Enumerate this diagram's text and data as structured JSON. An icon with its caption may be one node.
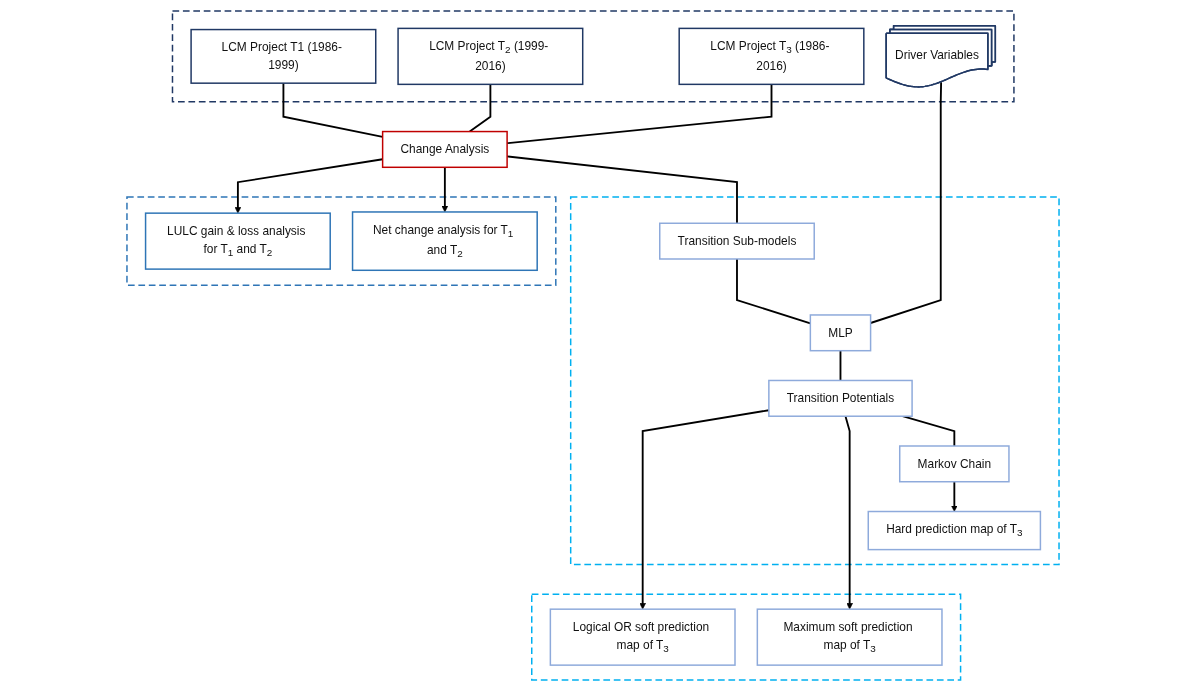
{
  "diagram": {
    "nodes": [
      {
        "text": [],
        "shape": "box"
      },
      {
        "text": [
          "LCM Project T1 (1986- 1999)"
        ],
        "in": 0
      },
      {
        "text": [
          "LCM Project T$_{2}$ (1999- 2016)"
        ],
        "in": 0
      },
      {
        "text": [
          "LCM Project T$_{3}$ (1986- 2016)"
        ],
        "in": 0
      },
      {
        "text": [
          "Driver Variables"
        ],
        "in": 0
      },
      {
        "text": [
          "Change Analysis"
        ]
      },
      {
        "text": [],
        "shape": "box"
      },
      {
        "text": [
          "LULC gain & loss analysis for T$_{1}$ and T$_{2}$"
        ],
        "in": 6
      },
      {
        "text": [
          "Net change analysis for T$_{1}$ and T$_{2}$"
        ],
        "in": 6
      },
      {
        "text": [],
        "shape": "box"
      },
      {
        "text": [
          "Transition Sub-models"
        ],
        "in": 9
      },
      {
        "text": [
          "MLP"
        ],
        "in": 9
      },
      {
        "text": [
          "Transition Potentials"
        ],
        "in": 9
      },
      {
        "text": [
          "Markov Chain"
        ],
        "in": 9
      },
      {
        "text": [
          "Hard prediction map of T$_{3}$"
        ],
        "in": 9
      },
      {
        "text": [],
        "shape": "box"
      },
      {
        "text": [
          "Logical OR soft prediction map of T$_{3}$"
        ],
        "in": 15
      },
      {
        "text": [
          "Maximum soft prediction map of T$_{3}$"
        ],
        "in": 15
      }
    ],
    "edges": [
      {
        "from": 1,
        "to": 5,
        "arrow": "none"
      },
      {
        "from": 2,
        "to": 5,
        "arrow": "none"
      },
      {
        "from": 3,
        "to": 5,
        "arrow": "none"
      },
      {
        "from": 5,
        "to": 7,
        "arrow": "to"
      },
      {
        "from": 5,
        "to": 8,
        "arrow": "to"
      },
      {
        "from": 5,
        "to": 10,
        "arrow": "none"
      },
      {
        "from": 10,
        "to": 11,
        "arrow": "none"
      },
      {
        "from": 4,
        "to": 11,
        "arrow": "none"
      },
      {
        "from": 11,
        "to": 12,
        "arrow": "none"
      },
      {
        "from": 12,
        "to": 16,
        "arrow": "to"
      },
      {
        "from": 12,
        "to": 17,
        "arrow": "to"
      },
      {
        "from": 12,
        "to": 13,
        "arrow": "none"
      },
      {
        "from": 13,
        "to": 14,
        "arrow": "to"
      }
    ]
  }
}
